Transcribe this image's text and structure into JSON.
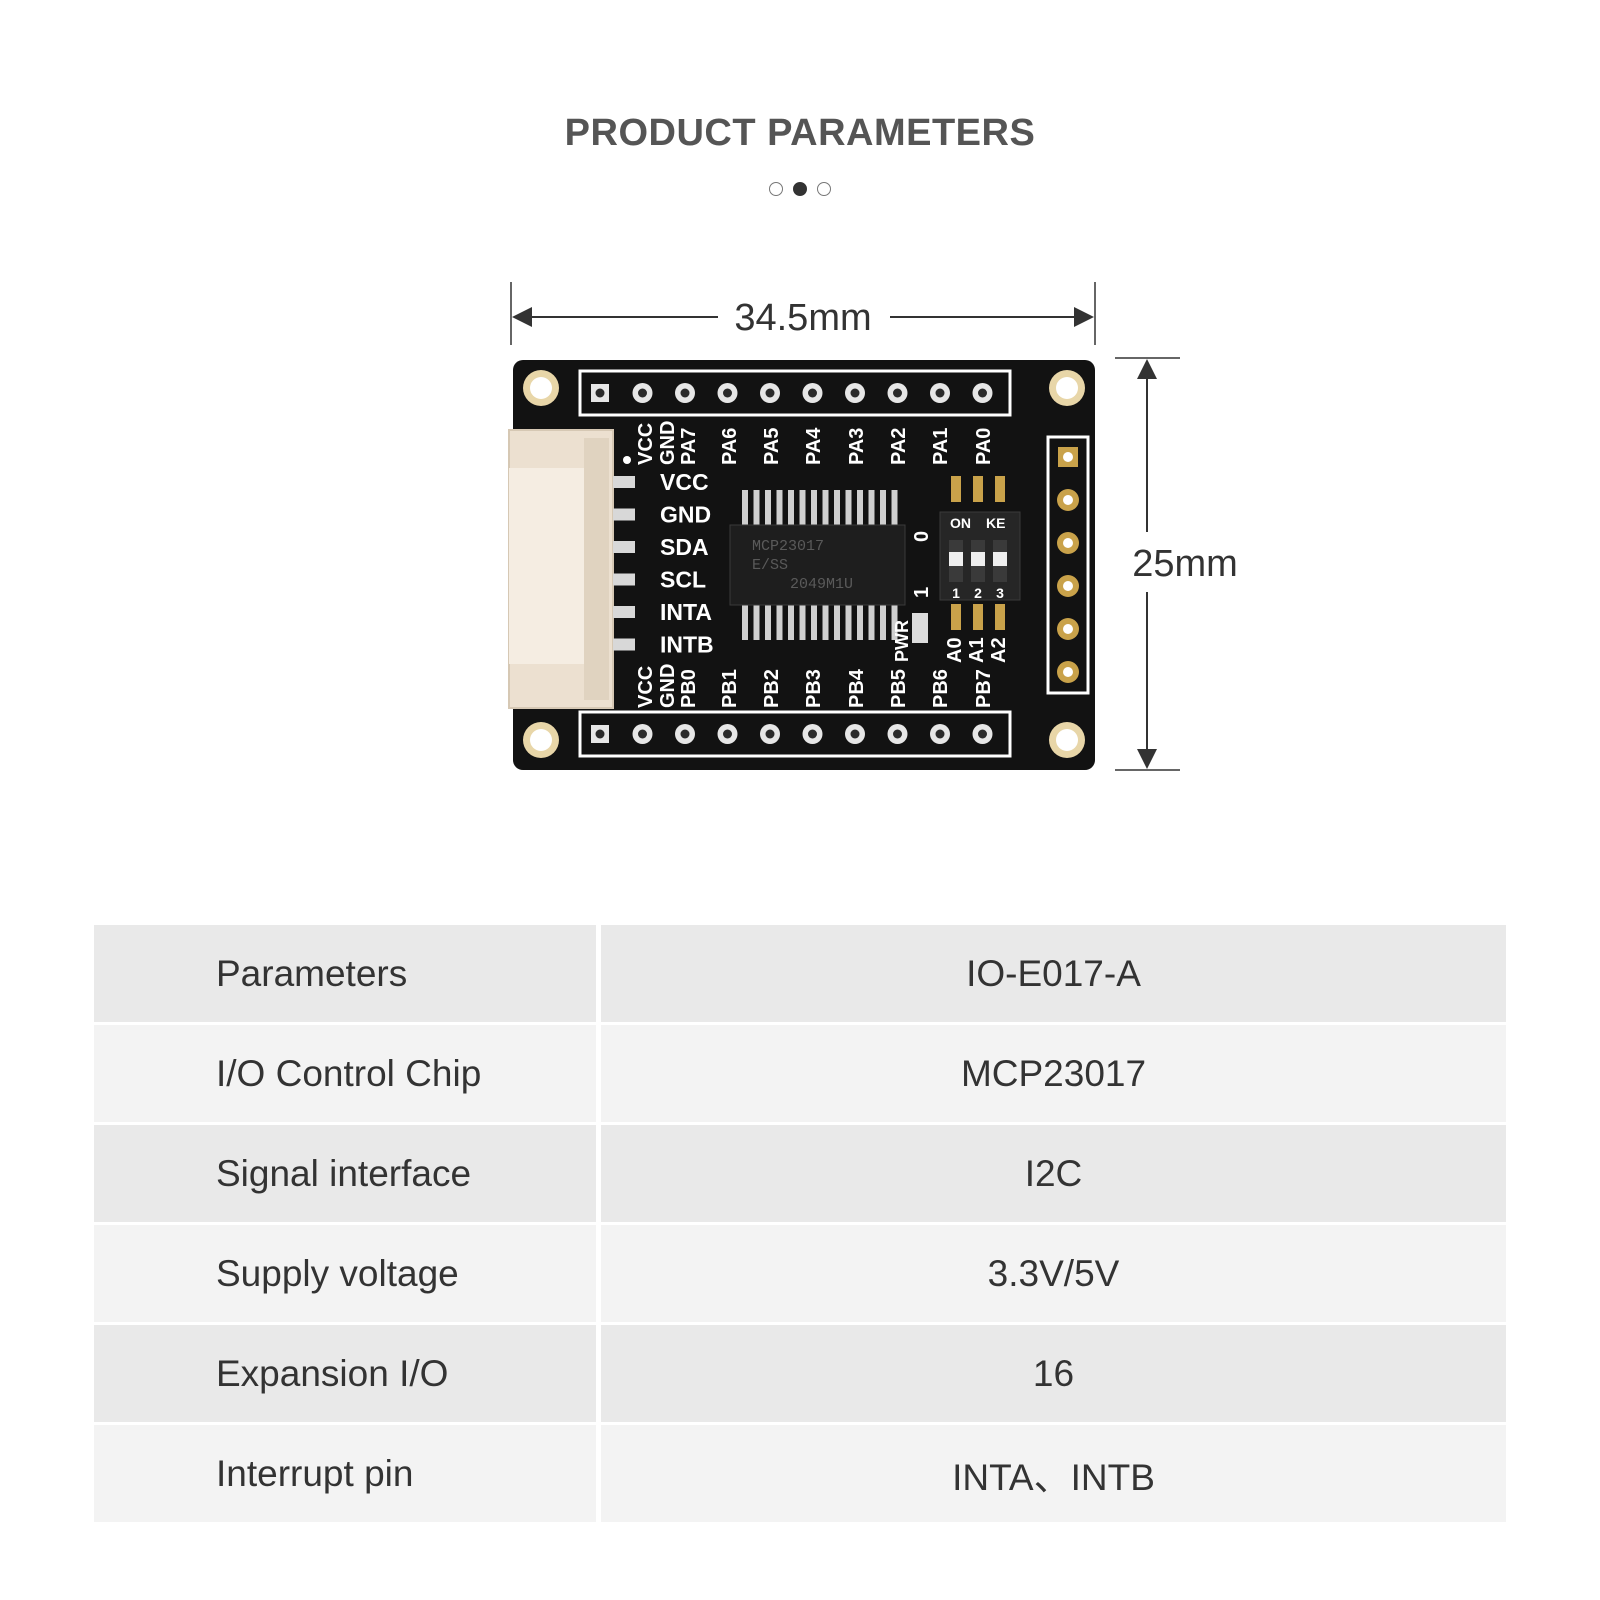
{
  "header": {
    "title": "PRODUCT PARAMETERS",
    "pager": {
      "count": 3,
      "active_index": 1
    }
  },
  "board": {
    "width_label": "34.5mm",
    "height_label": "25mm",
    "chip_marking": [
      "MCP23017",
      "E/SS",
      "2049M1U"
    ],
    "top_pins": [
      "VCC",
      "GND",
      "PA7",
      "PA6",
      "PA5",
      "PA4",
      "PA3",
      "PA2",
      "PA1",
      "PA0"
    ],
    "bottom_pins": [
      "VCC",
      "GND",
      "PB0",
      "PB1",
      "PB2",
      "PB3",
      "PB4",
      "PB5",
      "PB6",
      "PB7"
    ],
    "connector_pins": [
      "VCC",
      "GND",
      "SDA",
      "SCL",
      "INTA",
      "INTB"
    ],
    "address_labels": [
      "A0",
      "A1",
      "A2"
    ],
    "switch_labels": {
      "on": "ON",
      "ke": "KE",
      "numbers": [
        "1",
        "2",
        "3"
      ],
      "zero": "0",
      "one": "1"
    },
    "pwr_label": "PWR",
    "colors": {
      "pcb": "#121212",
      "silk": "#ffffff",
      "pad": "#c9a24a",
      "connector": "#ece0d0"
    }
  },
  "table": {
    "rows": [
      {
        "label": "Parameters",
        "value": "IO-E017-A"
      },
      {
        "label": "I/O Control Chip",
        "value": "MCP23017"
      },
      {
        "label": "Signal interface",
        "value": "I2C"
      },
      {
        "label": "Supply voltage",
        "value": "3.3V/5V"
      },
      {
        "label": "Expansion I/O",
        "value": "16"
      },
      {
        "label": "Interrupt pin",
        "value": "INTA、INTB"
      }
    ]
  }
}
